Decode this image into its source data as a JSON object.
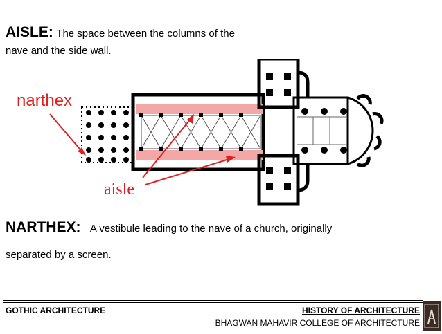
{
  "aisle": {
    "term": "AISLE:",
    "definition_line1": "The space between the columns of the",
    "definition_line2": "nave and the side wall."
  },
  "plan": {
    "narthex_label": "narthex",
    "aisle_label": "aisle",
    "colors": {
      "label_red": "#e02020",
      "aisle_highlight": "#f4a7a7",
      "wall": "#000000"
    }
  },
  "narthex": {
    "term": "NARTHEX:",
    "definition_line1": "A vestibule leading to the nave of a church, originally",
    "definition_line2": "separated by a screen."
  },
  "footer": {
    "left": "GOTHIC ARCHITECTURE",
    "right": "HISTORY OF ARCHITECTURE",
    "college": "BHAGWAN MAHAVIR COLLEGE OF ARCHITECTURE"
  }
}
